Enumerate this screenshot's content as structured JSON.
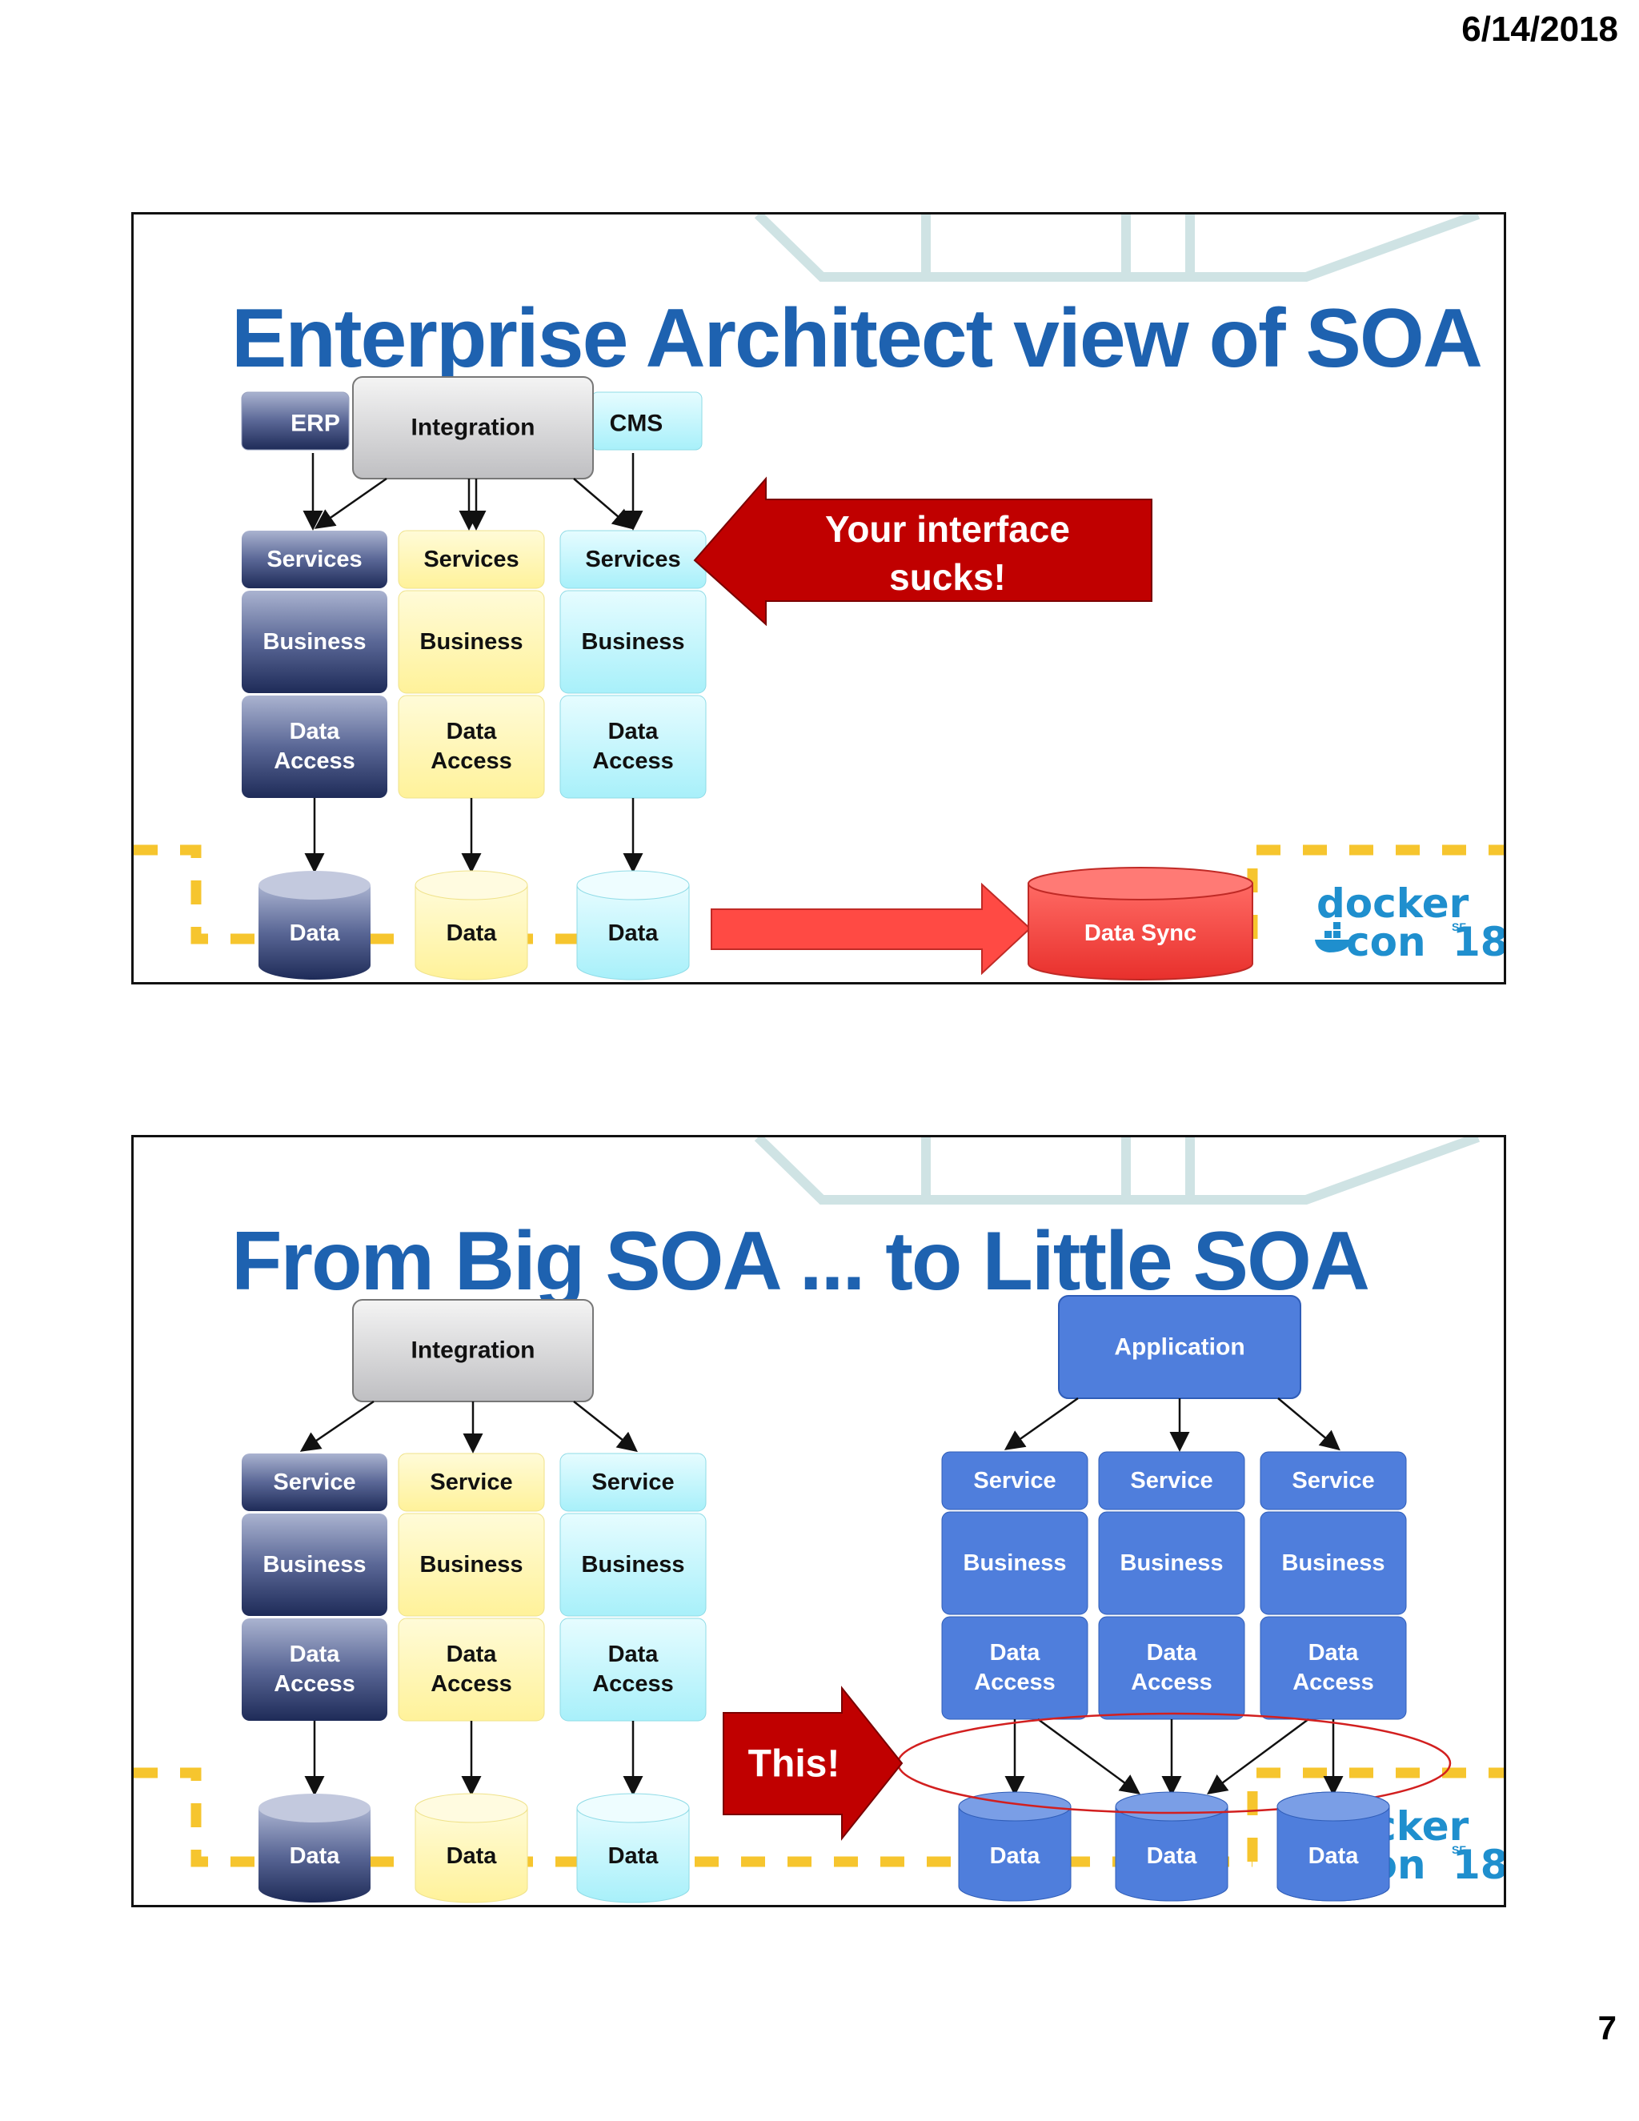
{
  "header": {
    "date": "6/14/2018"
  },
  "footer": {
    "page_number": "7"
  },
  "slide1": {
    "title": "Enterprise Architect view of SOA",
    "systems": {
      "erp": "ERP",
      "integration": "Integration",
      "cms": "CMS"
    },
    "columns": [
      {
        "services": "Services",
        "business": "Business",
        "data_access_1": "Data",
        "data_access_2": "Access",
        "data": "Data"
      },
      {
        "services": "Services",
        "business": "Business",
        "data_access_1": "Data",
        "data_access_2": "Access",
        "data": "Data"
      },
      {
        "services": "Services",
        "business": "Business",
        "data_access_1": "Data",
        "data_access_2": "Access",
        "data": "Data"
      }
    ],
    "callout_line1": "Your interface",
    "callout_line2": "sucks!",
    "data_sync": "Data Sync"
  },
  "slide2": {
    "title": "From Big SOA ... to Little SOA",
    "integration": "Integration",
    "application": "Application",
    "left_columns": [
      {
        "service": "Service",
        "business": "Business",
        "data_access_1": "Data",
        "data_access_2": "Access",
        "data": "Data"
      },
      {
        "service": "Service",
        "business": "Business",
        "data_access_1": "Data",
        "data_access_2": "Access",
        "data": "Data"
      },
      {
        "service": "Service",
        "business": "Business",
        "data_access_1": "Data",
        "data_access_2": "Access",
        "data": "Data"
      }
    ],
    "right_columns": [
      {
        "service": "Service",
        "business": "Business",
        "data_access_1": "Data",
        "data_access_2": "Access",
        "data": "Data"
      },
      {
        "service": "Service",
        "business": "Business",
        "data_access_1": "Data",
        "data_access_2": "Access",
        "data": "Data"
      },
      {
        "service": "Service",
        "business": "Business",
        "data_access_1": "Data",
        "data_access_2": "Access",
        "data": "Data"
      }
    ],
    "callout": "This!"
  },
  "logo": {
    "line1": "docker",
    "line2": "con",
    "sf": "SF",
    "year": "18"
  },
  "colors": {
    "title_blue": "#1e62b0",
    "navy_gradient_top": "#a9b1cf",
    "navy_gradient_bottom": "#1f2d5a",
    "yellow": "#fff2a0",
    "cyan": "#b7f3fb",
    "app_blue": "#4f7edc",
    "callout_red": "#c00000",
    "sync_red": "#f24a44",
    "dash_yellow": "#f6c52e",
    "docker_blue": "#1f8fce"
  }
}
